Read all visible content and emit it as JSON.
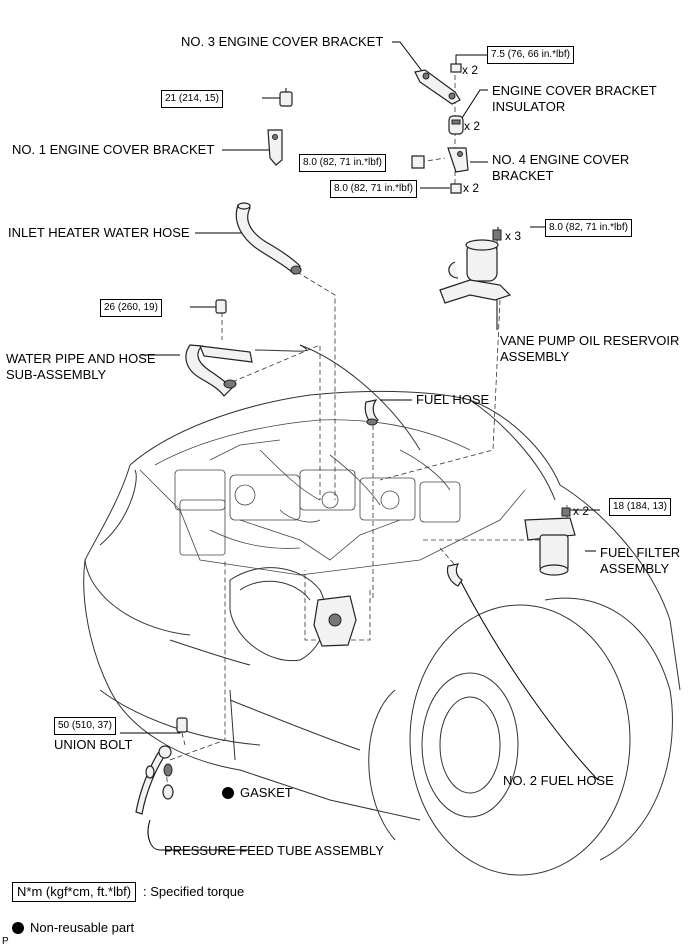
{
  "labels": {
    "no3_bracket": "NO. 3 ENGINE COVER BRACKET",
    "insulator_line1": "ENGINE COVER BRACKET",
    "insulator_line2": "INSULATOR",
    "no1_bracket": "NO. 1 ENGINE COVER BRACKET",
    "no4_line1": "NO. 4 ENGINE COVER",
    "no4_line2": "BRACKET",
    "inlet_hose": "INLET HEATER WATER HOSE",
    "vane_line1": "VANE PUMP OIL RESERVOIR",
    "vane_line2": "ASSEMBLY",
    "water_pipe_line1": "WATER PIPE AND HOSE",
    "water_pipe_line2": "SUB-ASSEMBLY",
    "fuel_hose": "FUEL HOSE",
    "fuel_filter_line1": "FUEL FILTER",
    "fuel_filter_line2": "ASSEMBLY",
    "union_bolt": "UNION BOLT",
    "no2_fuel_hose": "NO. 2 FUEL HOSE",
    "gasket": "GASKET",
    "pressure_tube": "PRESSURE FEED TUBE ASSEMBLY"
  },
  "torques": {
    "t_7_5": "7.5 (76, 66 in.*lbf)",
    "t_21": "21 (214, 15)",
    "t_8_a": "8.0 (82, 71 in.*lbf)",
    "t_8_b": "8.0 (82, 71 in.*lbf)",
    "t_8_c": "8.0 (82, 71 in.*lbf)",
    "t_26": "26 (260, 19)",
    "t_18": "18 (184, 13)",
    "t_50": "50 (510, 37)"
  },
  "quantities": {
    "q_7_5": "x 2",
    "q_insulator": "x 2",
    "q_8_b": "x 2",
    "q_8_c": "x 3",
    "q_18": "x 2"
  },
  "legend": {
    "torque_box": "N*m (kgf*cm, ft.*lbf)",
    "torque_desc": ": Specified torque",
    "nonreusable": "Non-reusable part"
  },
  "corner_mark": "P"
}
